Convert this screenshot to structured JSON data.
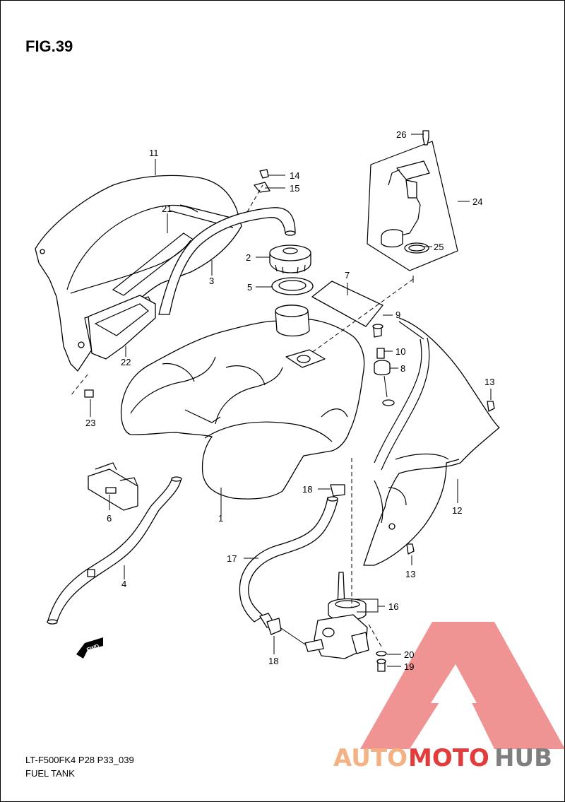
{
  "figure": {
    "title": "FIG.39"
  },
  "footer": {
    "model_code": "LT-F500FK4 P28 P33_039",
    "group_name": "FUEL TANK"
  },
  "fwd_label": "FWD",
  "callouts": [
    {
      "id": "1",
      "label": "1"
    },
    {
      "id": "2",
      "label": "2"
    },
    {
      "id": "3",
      "label": "3"
    },
    {
      "id": "4",
      "label": "4"
    },
    {
      "id": "5",
      "label": "5"
    },
    {
      "id": "6",
      "label": "6"
    },
    {
      "id": "7",
      "label": "7"
    },
    {
      "id": "8",
      "label": "8"
    },
    {
      "id": "9",
      "label": "9"
    },
    {
      "id": "10",
      "label": "10"
    },
    {
      "id": "11",
      "label": "11"
    },
    {
      "id": "12",
      "label": "12"
    },
    {
      "id": "13a",
      "label": "13"
    },
    {
      "id": "13b",
      "label": "13"
    },
    {
      "id": "14",
      "label": "14"
    },
    {
      "id": "15",
      "label": "15"
    },
    {
      "id": "16",
      "label": "16"
    },
    {
      "id": "17",
      "label": "17"
    },
    {
      "id": "18a",
      "label": "18"
    },
    {
      "id": "18b",
      "label": "18"
    },
    {
      "id": "19",
      "label": "19"
    },
    {
      "id": "20",
      "label": "20"
    },
    {
      "id": "21",
      "label": "21"
    },
    {
      "id": "22",
      "label": "22"
    },
    {
      "id": "23",
      "label": "23"
    },
    {
      "id": "24",
      "label": "24"
    },
    {
      "id": "25",
      "label": "25"
    },
    {
      "id": "26",
      "label": "26"
    }
  ],
  "watermark": {
    "part1": "AUTO",
    "part2": "MOTO",
    "part3": "HUB",
    "color_light": "#f4b183",
    "color_red": "#e23c3c",
    "color_gray": "#7f7f7f"
  }
}
